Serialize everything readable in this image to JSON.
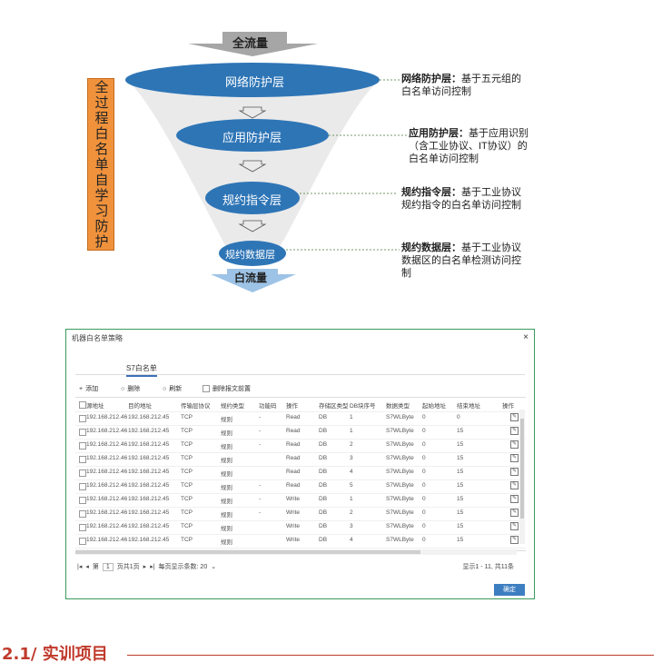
{
  "diagram": {
    "top_label": "全流量",
    "bottom_label": "白流量",
    "side_label": "全过程白名单自学习防护",
    "layers": [
      {
        "name": "网络防护层",
        "note_title": "网络防护层：",
        "note_body": "基于五元组的白名单访问控制"
      },
      {
        "name": "应用防护层",
        "note_title": "应用防护层：",
        "note_body": "基于应用识别（含工业协议、IT协议）的白名单访问控制"
      },
      {
        "name": "规约指令层",
        "note_title": "规约指令层：",
        "note_body": "基于工业协议规约指令的白名单访问控制"
      },
      {
        "name": "规约数据层",
        "note_title": "规约数据层：",
        "note_body": "基于工业协议数据区的白名单检测访问控制"
      }
    ],
    "colors": {
      "ellipse": "#2e75b6",
      "funnel_gray": "#a6a6a6",
      "side_box": "#f0923c"
    }
  },
  "dialog": {
    "title": "机器白名单策略",
    "close": "×",
    "tab": "S7白名单",
    "toolbar": {
      "add": "添加",
      "delete": "删除",
      "refresh": "刷新",
      "checkbox": "删除报文前置"
    },
    "columns": [
      "源地址",
      "目的地址",
      "传输层协议",
      "规约类型",
      "功能码",
      "操作",
      "存储区类型",
      "DB块序号",
      "数据类型",
      "起始地址",
      "结束地址",
      "操作"
    ],
    "rows": [
      [
        "192.168.212.46",
        "192.168.212.45",
        "TCP",
        "规则",
        "-",
        "Read",
        "DB",
        "1",
        "S7WLByte",
        "0",
        "0"
      ],
      [
        "192.168.212.46",
        "192.168.212.45",
        "TCP",
        "规则",
        "-",
        "Read",
        "DB",
        "1",
        "S7WLByte",
        "0",
        "15"
      ],
      [
        "192.168.212.46",
        "192.168.212.45",
        "TCP",
        "规则",
        "-",
        "Read",
        "DB",
        "2",
        "S7WLByte",
        "0",
        "15"
      ],
      [
        "192.168.212.46",
        "192.168.212.45",
        "TCP",
        "规则",
        "",
        "Read",
        "DB",
        "3",
        "S7WLByte",
        "0",
        "15"
      ],
      [
        "192.168.212.46",
        "192.168.212.45",
        "TCP",
        "规则",
        "",
        "Read",
        "DB",
        "4",
        "S7WLByte",
        "0",
        "15"
      ],
      [
        "192.168.212.46",
        "192.168.212.45",
        "TCP",
        "规则",
        "-",
        "Read",
        "DB",
        "5",
        "S7WLByte",
        "0",
        "15"
      ],
      [
        "192.168.212.46",
        "192.168.212.45",
        "TCP",
        "规则",
        "-",
        "Write",
        "DB",
        "1",
        "S7WLByte",
        "0",
        "15"
      ],
      [
        "192.168.212.46",
        "192.168.212.45",
        "TCP",
        "规则",
        "-",
        "Write",
        "DB",
        "2",
        "S7WLByte",
        "0",
        "15"
      ],
      [
        "192.168.212.46",
        "192.168.212.45",
        "TCP",
        "规则",
        "",
        "Write",
        "DB",
        "3",
        "S7WLByte",
        "0",
        "15"
      ],
      [
        "192.168.212.46",
        "192.168.212.45",
        "TCP",
        "规则",
        "",
        "Write",
        "DB",
        "4",
        "S7WLByte",
        "0",
        "15"
      ]
    ],
    "pager": {
      "page_prefix": "第",
      "page_value": "1",
      "page_suffix": "页共1页",
      "per_page": "每页显示条数: 20",
      "info": "显示1 - 11, 共11条"
    },
    "ok": "确定"
  },
  "heading": "2.1/ 实训项目"
}
